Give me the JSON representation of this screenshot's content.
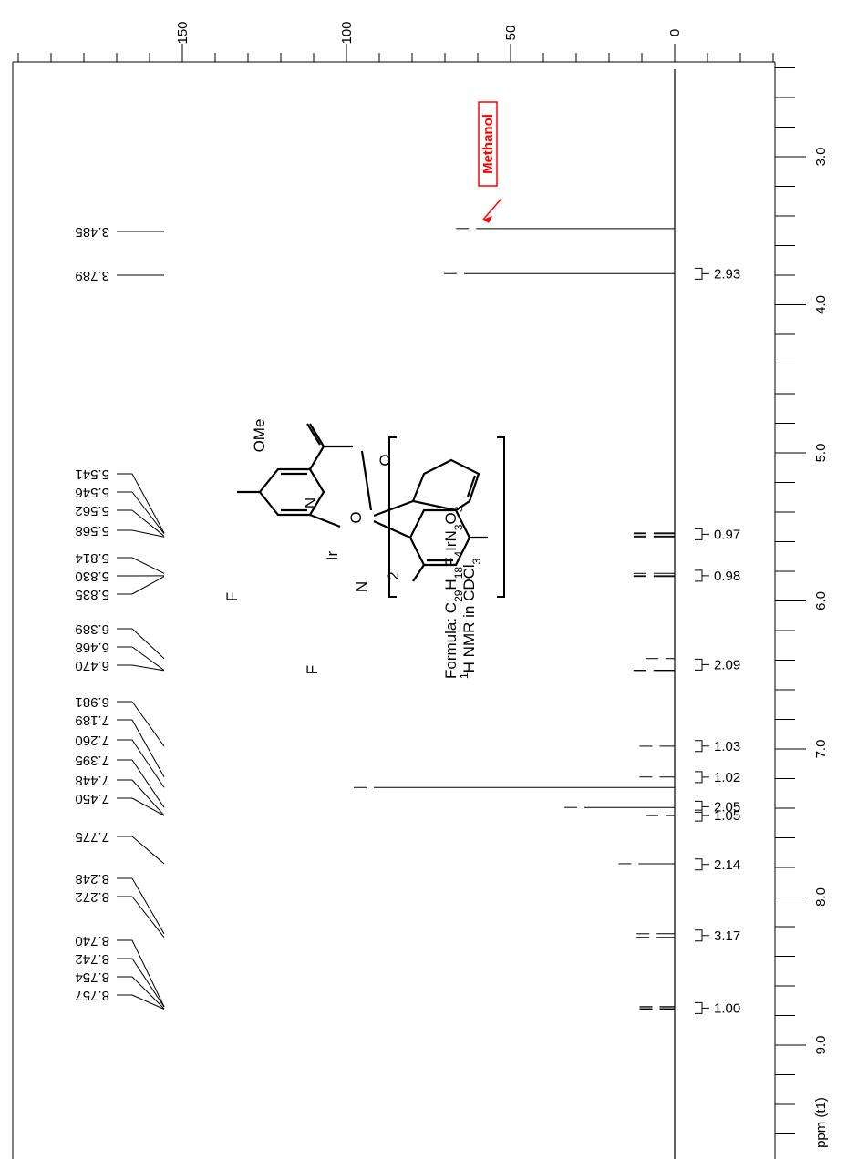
{
  "chart_data": {
    "type": "line",
    "title": "",
    "y_axis": {
      "label": "ppm (t1)",
      "ticks": [
        3.0,
        4.0,
        5.0,
        6.0,
        7.0,
        8.0,
        9.0
      ],
      "range": [
        2.2,
        9.7
      ],
      "minor_step": 0.2
    },
    "x_axis": {
      "label": "",
      "ticks": [
        150,
        100,
        50,
        0
      ],
      "range": [
        -30,
        200
      ],
      "minor_step": 10
    },
    "peak_labels": [
      "3.485",
      "3.789",
      "5.541",
      "5.546",
      "5.562",
      "5.568",
      "5.814",
      "5.830",
      "5.835",
      "6.389",
      "6.468",
      "6.470",
      "6.981",
      "7.189",
      "7.260",
      "7.395",
      "7.448",
      "7.450",
      "7.775",
      "8.248",
      "8.272",
      "8.740",
      "8.742",
      "8.754",
      "8.757"
    ],
    "peaks": [
      {
        "ppm": 3.485,
        "height": 66
      },
      {
        "ppm": 3.789,
        "height": 70
      },
      {
        "ppm": 5.541,
        "height": 7
      },
      {
        "ppm": 5.546,
        "height": 7
      },
      {
        "ppm": 5.562,
        "height": 7
      },
      {
        "ppm": 5.568,
        "height": 7
      },
      {
        "ppm": 5.814,
        "height": 7
      },
      {
        "ppm": 5.83,
        "height": 7
      },
      {
        "ppm": 5.835,
        "height": 7
      },
      {
        "ppm": 6.389,
        "height": 3
      },
      {
        "ppm": 6.468,
        "height": 7
      },
      {
        "ppm": 6.47,
        "height": 7
      },
      {
        "ppm": 6.981,
        "height": 5
      },
      {
        "ppm": 7.189,
        "height": 5
      },
      {
        "ppm": 7.26,
        "height": 100
      },
      {
        "ppm": 7.395,
        "height": 30
      },
      {
        "ppm": 7.448,
        "height": 3
      },
      {
        "ppm": 7.45,
        "height": 3
      },
      {
        "ppm": 7.775,
        "height": 12
      },
      {
        "ppm": 8.248,
        "height": 6
      },
      {
        "ppm": 8.272,
        "height": 6
      },
      {
        "ppm": 8.74,
        "height": 5
      },
      {
        "ppm": 8.742,
        "height": 5
      },
      {
        "ppm": 8.754,
        "height": 5
      },
      {
        "ppm": 8.757,
        "height": 5
      }
    ],
    "integrals": [
      {
        "ppm": 3.79,
        "value": "2.93"
      },
      {
        "ppm": 5.55,
        "value": "0.97"
      },
      {
        "ppm": 5.83,
        "value": "0.98"
      },
      {
        "ppm": 6.43,
        "value": "2.09"
      },
      {
        "ppm": 6.98,
        "value": "1.03"
      },
      {
        "ppm": 7.19,
        "value": "1.02"
      },
      {
        "ppm": 7.39,
        "value": "2.05"
      },
      {
        "ppm": 7.45,
        "value": "1.05"
      },
      {
        "ppm": 7.78,
        "value": "2.14"
      },
      {
        "ppm": 8.26,
        "value": "3.17"
      },
      {
        "ppm": 8.75,
        "value": "1.00"
      }
    ],
    "annotation": {
      "text": "Methanol",
      "color": "#ff0000",
      "ppm": 3.485
    },
    "formula_line1": "Formula: C",
    "formula_segments": [
      {
        "t": "Formula: C",
        "sub": false
      },
      {
        "t": "29",
        "sub": true
      },
      {
        "t": "H",
        "sub": false
      },
      {
        "t": "18",
        "sub": true
      },
      {
        "t": "F",
        "sub": false
      },
      {
        "t": "4",
        "sub": true
      },
      {
        "t": "IrN",
        "sub": false
      },
      {
        "t": "3",
        "sub": true
      },
      {
        "t": "O",
        "sub": false
      },
      {
        "t": "3",
        "sub": true
      }
    ],
    "solvent_segments": [
      {
        "t": "1",
        "sup": true
      },
      {
        "t": "H NMR in CDCl",
        "sup": false
      },
      {
        "t": "3",
        "sub": true
      }
    ],
    "structure_labels": {
      "ome": "OMe",
      "o1": "O",
      "o2": "O",
      "n1": "N",
      "n2": "N",
      "ir": "Ir",
      "f1": "F",
      "f2": "F",
      "count": "2"
    }
  }
}
